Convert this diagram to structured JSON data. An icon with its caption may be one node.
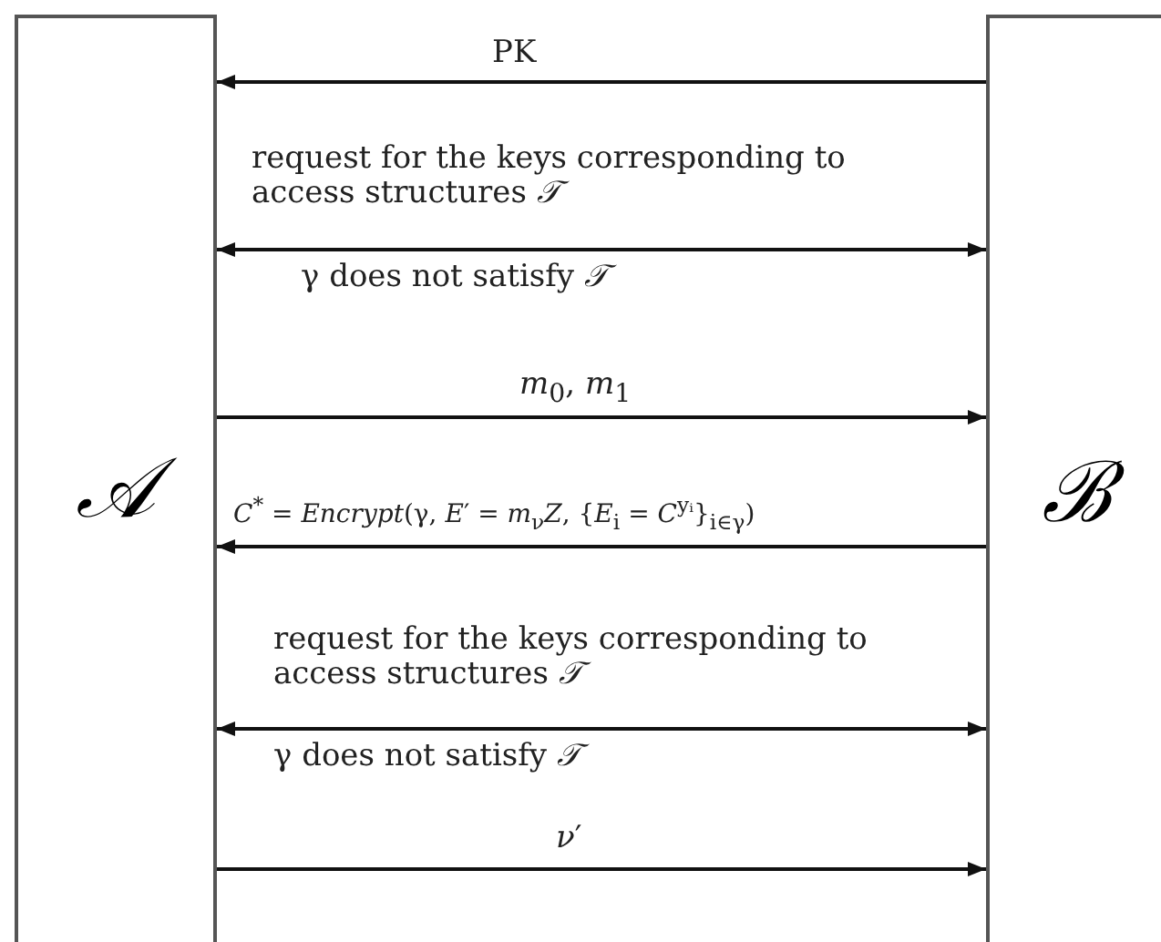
{
  "diagram": {
    "nodes": [
      {
        "text": [
          "𝒜"
        ]
      },
      {
        "text": [
          "ℬ"
        ]
      }
    ],
    "edges": [
      {
        "from": 1,
        "to": 0,
        "arrow": "to",
        "label": "PK"
      },
      {
        "from": 0,
        "to": 1,
        "arrow": "both",
        "label": "request for the keys corresponding to access structures *𝒯*"
      },
      {
        "from": 0,
        "to": 1,
        "arrow": "to",
        "label": "*m*$_{0}$, *m*$_{1}$"
      },
      {
        "from": 1,
        "to": 0,
        "arrow": "to",
        "label": "*C*$^{*}$ = *Encrypt*(γ, *E*′ = *m*$_{ν}$*Z*, {*E*$_{i}$ = *C*$^{yᵢ}$}$_{i∈γ}$)"
      },
      {
        "from": 0,
        "to": 1,
        "arrow": "both",
        "label": "request for the keys corresponding to access structures *𝒯*"
      },
      {
        "from": 0,
        "to": 1,
        "arrow": "to",
        "label": "*ν*′"
      }
    ],
    "labels": [
      "γ does not satisfy *𝒯*",
      "γ does not satisfy *𝒯*"
    ]
  }
}
